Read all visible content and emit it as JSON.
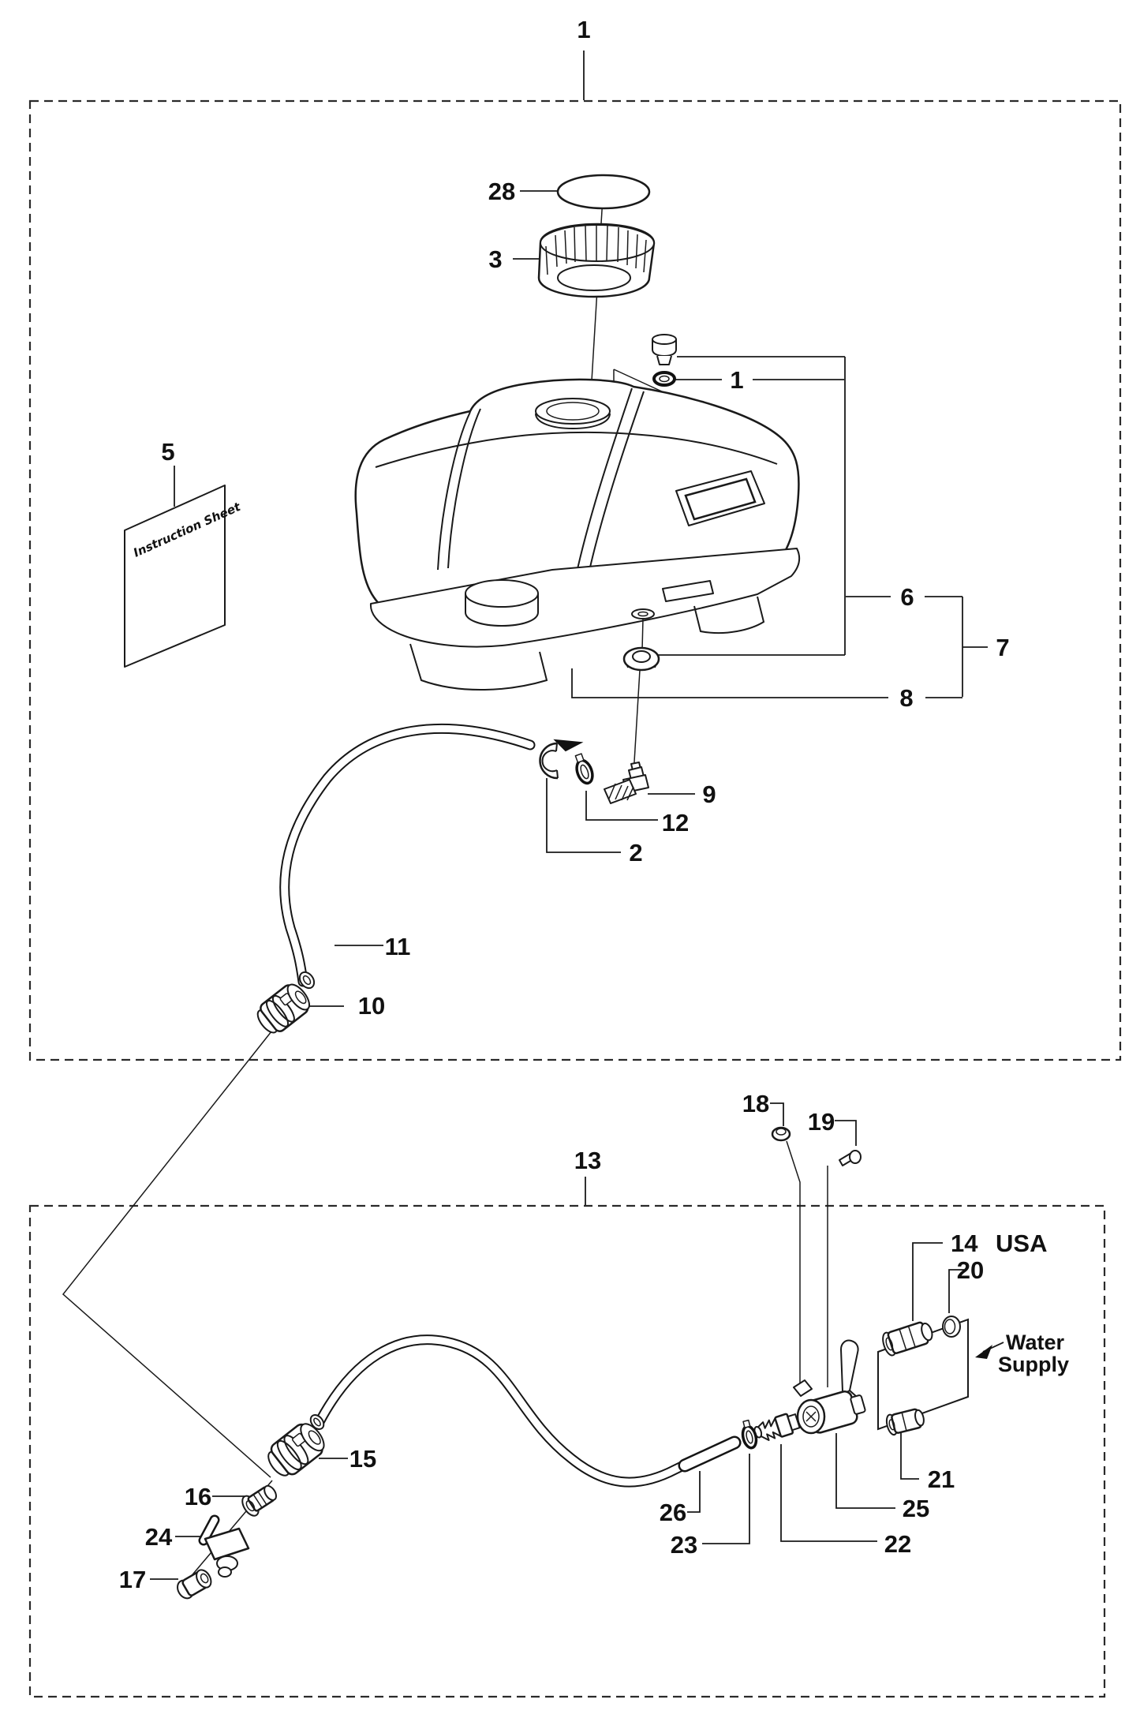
{
  "page": {
    "background": "#ffffff",
    "ink_color": "#1a1a1a"
  },
  "assembly_box_1": {
    "label": "1"
  },
  "assembly_box_2": {
    "label": "13"
  },
  "callouts": {
    "box1": {
      "c28": "28",
      "c3": "3",
      "c5": "5",
      "c1": "1",
      "c6": "6",
      "c7": "7",
      "c8": "8",
      "c9": "9",
      "c12": "12",
      "c2": "2",
      "c11": "11",
      "c10": "10"
    },
    "box2": {
      "c18": "18",
      "c19": "19",
      "c14": "14",
      "c14_suffix": "USA",
      "c20": "20",
      "c21": "21",
      "c25": "25",
      "c22": "22",
      "c23": "23",
      "c26": "26",
      "c15": "15",
      "c16": "16",
      "c24": "24",
      "c17": "17"
    }
  },
  "annotations": {
    "instruction_sheet": "Instruction Sheet",
    "water_supply_line1": "Water",
    "water_supply_line2": "Supply"
  }
}
